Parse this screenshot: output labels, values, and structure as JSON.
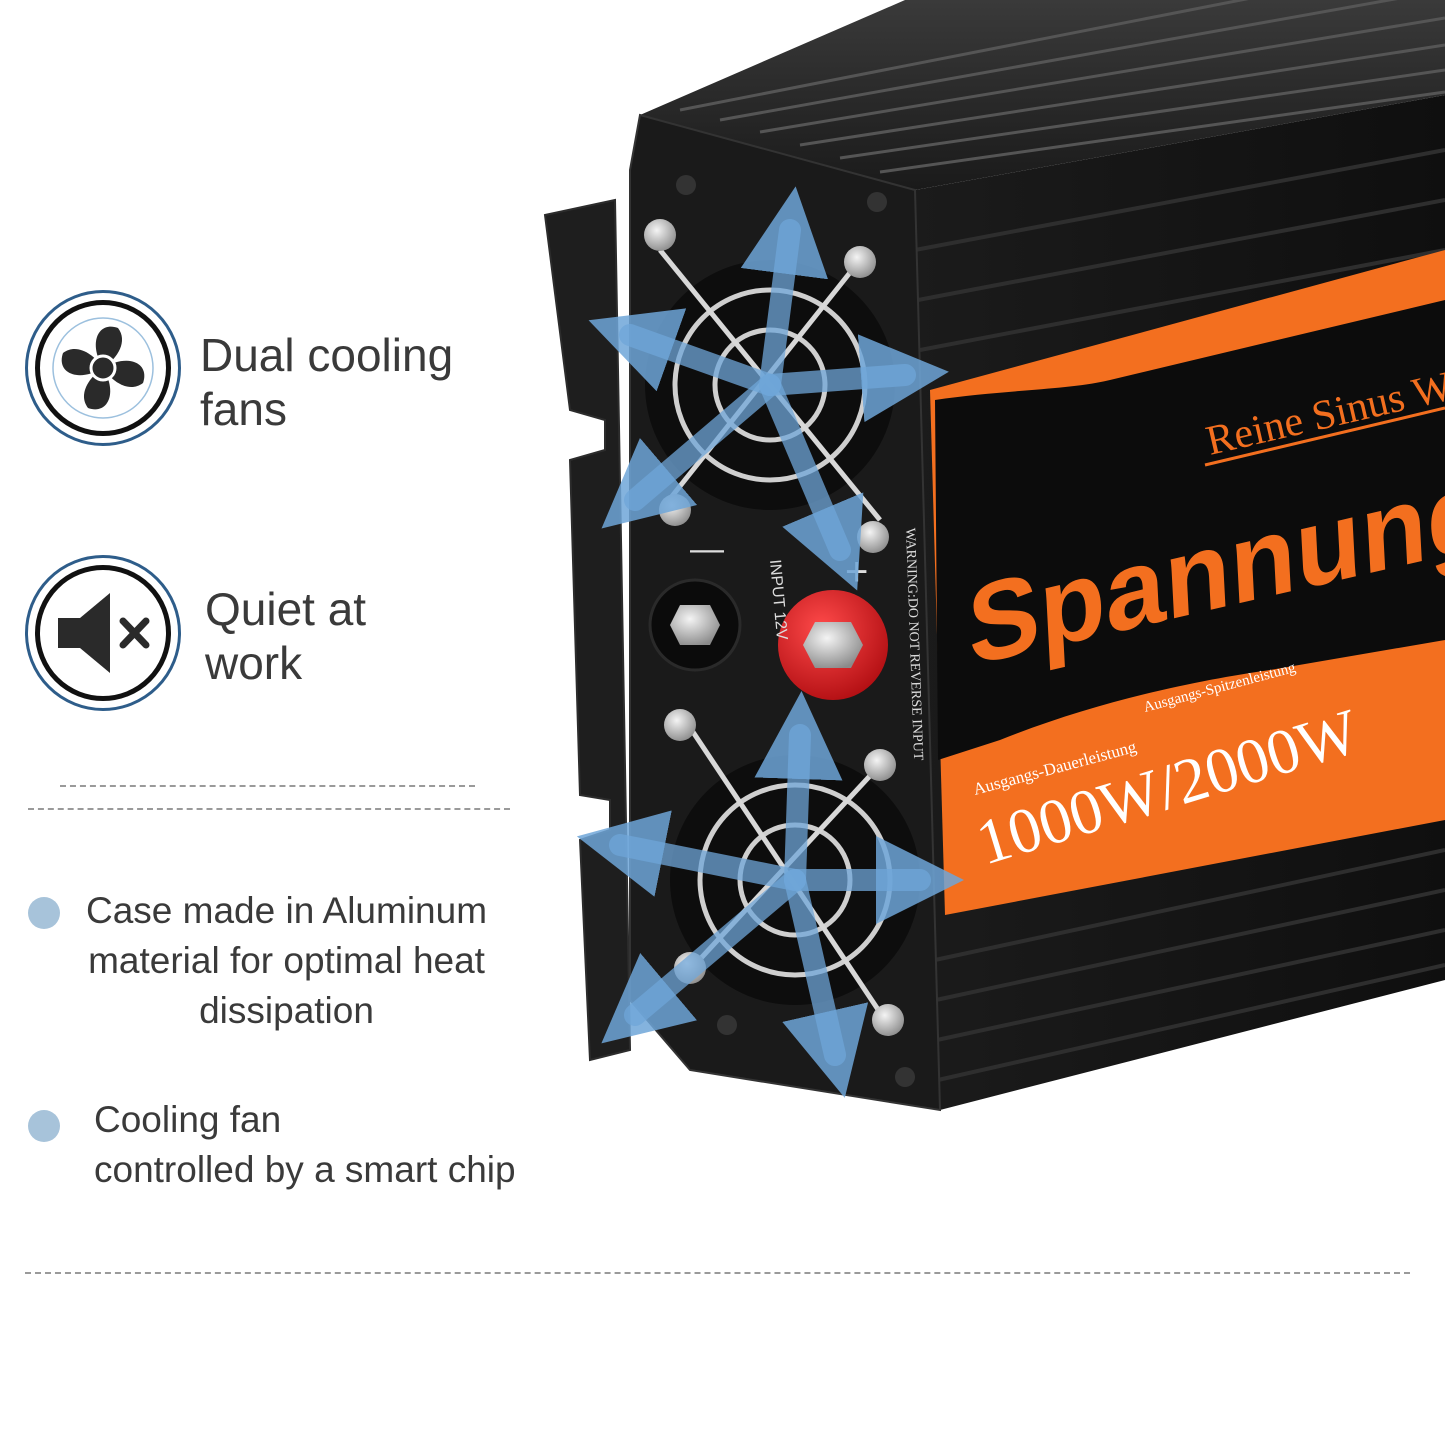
{
  "features": [
    {
      "icon": "fan-icon",
      "label": "Dual cooling\nfans"
    },
    {
      "icon": "speaker-muted-icon",
      "label": "Quiet at\nwork"
    }
  ],
  "bullets": [
    {
      "text": "Case made in Aluminum\n material for optimal heat\n dissipation"
    },
    {
      "text": "Cooling fan\ncontrolled by a smart chip"
    }
  ],
  "product": {
    "subtitle": "Reine Sinus Wel",
    "brand": "Spannungsw",
    "warning": "WARNING:DO NOT REVERSE INPUT",
    "input_label": "INPUT 12V",
    "continuous_label": "Ausgangs-Dauerleistung",
    "peak_label": "Ausgangs-Spitzenleistung",
    "power_rating": "1000W/2000W",
    "minus_sign": "—",
    "plus_sign": "+"
  },
  "colors": {
    "accent_orange": "#f36f1f",
    "case_black": "#141414",
    "terminal_red": "#e0161b",
    "bullet_blue": "#a7c3da",
    "arrow_blue": "#6fa6d8"
  }
}
